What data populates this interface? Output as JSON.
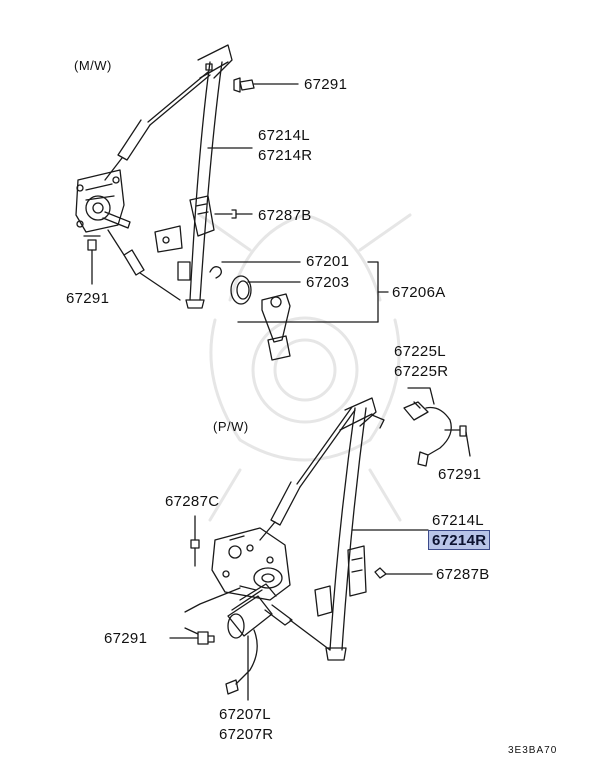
{
  "colors": {
    "line": "#1a1a1a",
    "highlight_bg": "#b8c4e8",
    "highlight_border": "#3c4a8a",
    "watermark": "#e6e6e6"
  },
  "sections": {
    "manual": "(M/W)",
    "power": "(P/W)"
  },
  "parts": {
    "p67291_top": "67291",
    "p67214L_top": "67214L",
    "p67214R_top": "67214R",
    "p67287B_top": "67287B",
    "p67291_left": "67291",
    "p67201": "67201",
    "p67203": "67203",
    "p67206A": "67206A",
    "p67225L": "67225L",
    "p67225R": "67225R",
    "p67291_right": "67291",
    "p67287C": "67287C",
    "p67214L_bot": "67214L",
    "p67214R_bot": "67214R",
    "p67287B_bot": "67287B",
    "p67291_bot": "67291",
    "p67207L": "67207L",
    "p67207R": "67207R"
  },
  "diagram_code": "3E3BA70",
  "highlighted_part": "67214R"
}
